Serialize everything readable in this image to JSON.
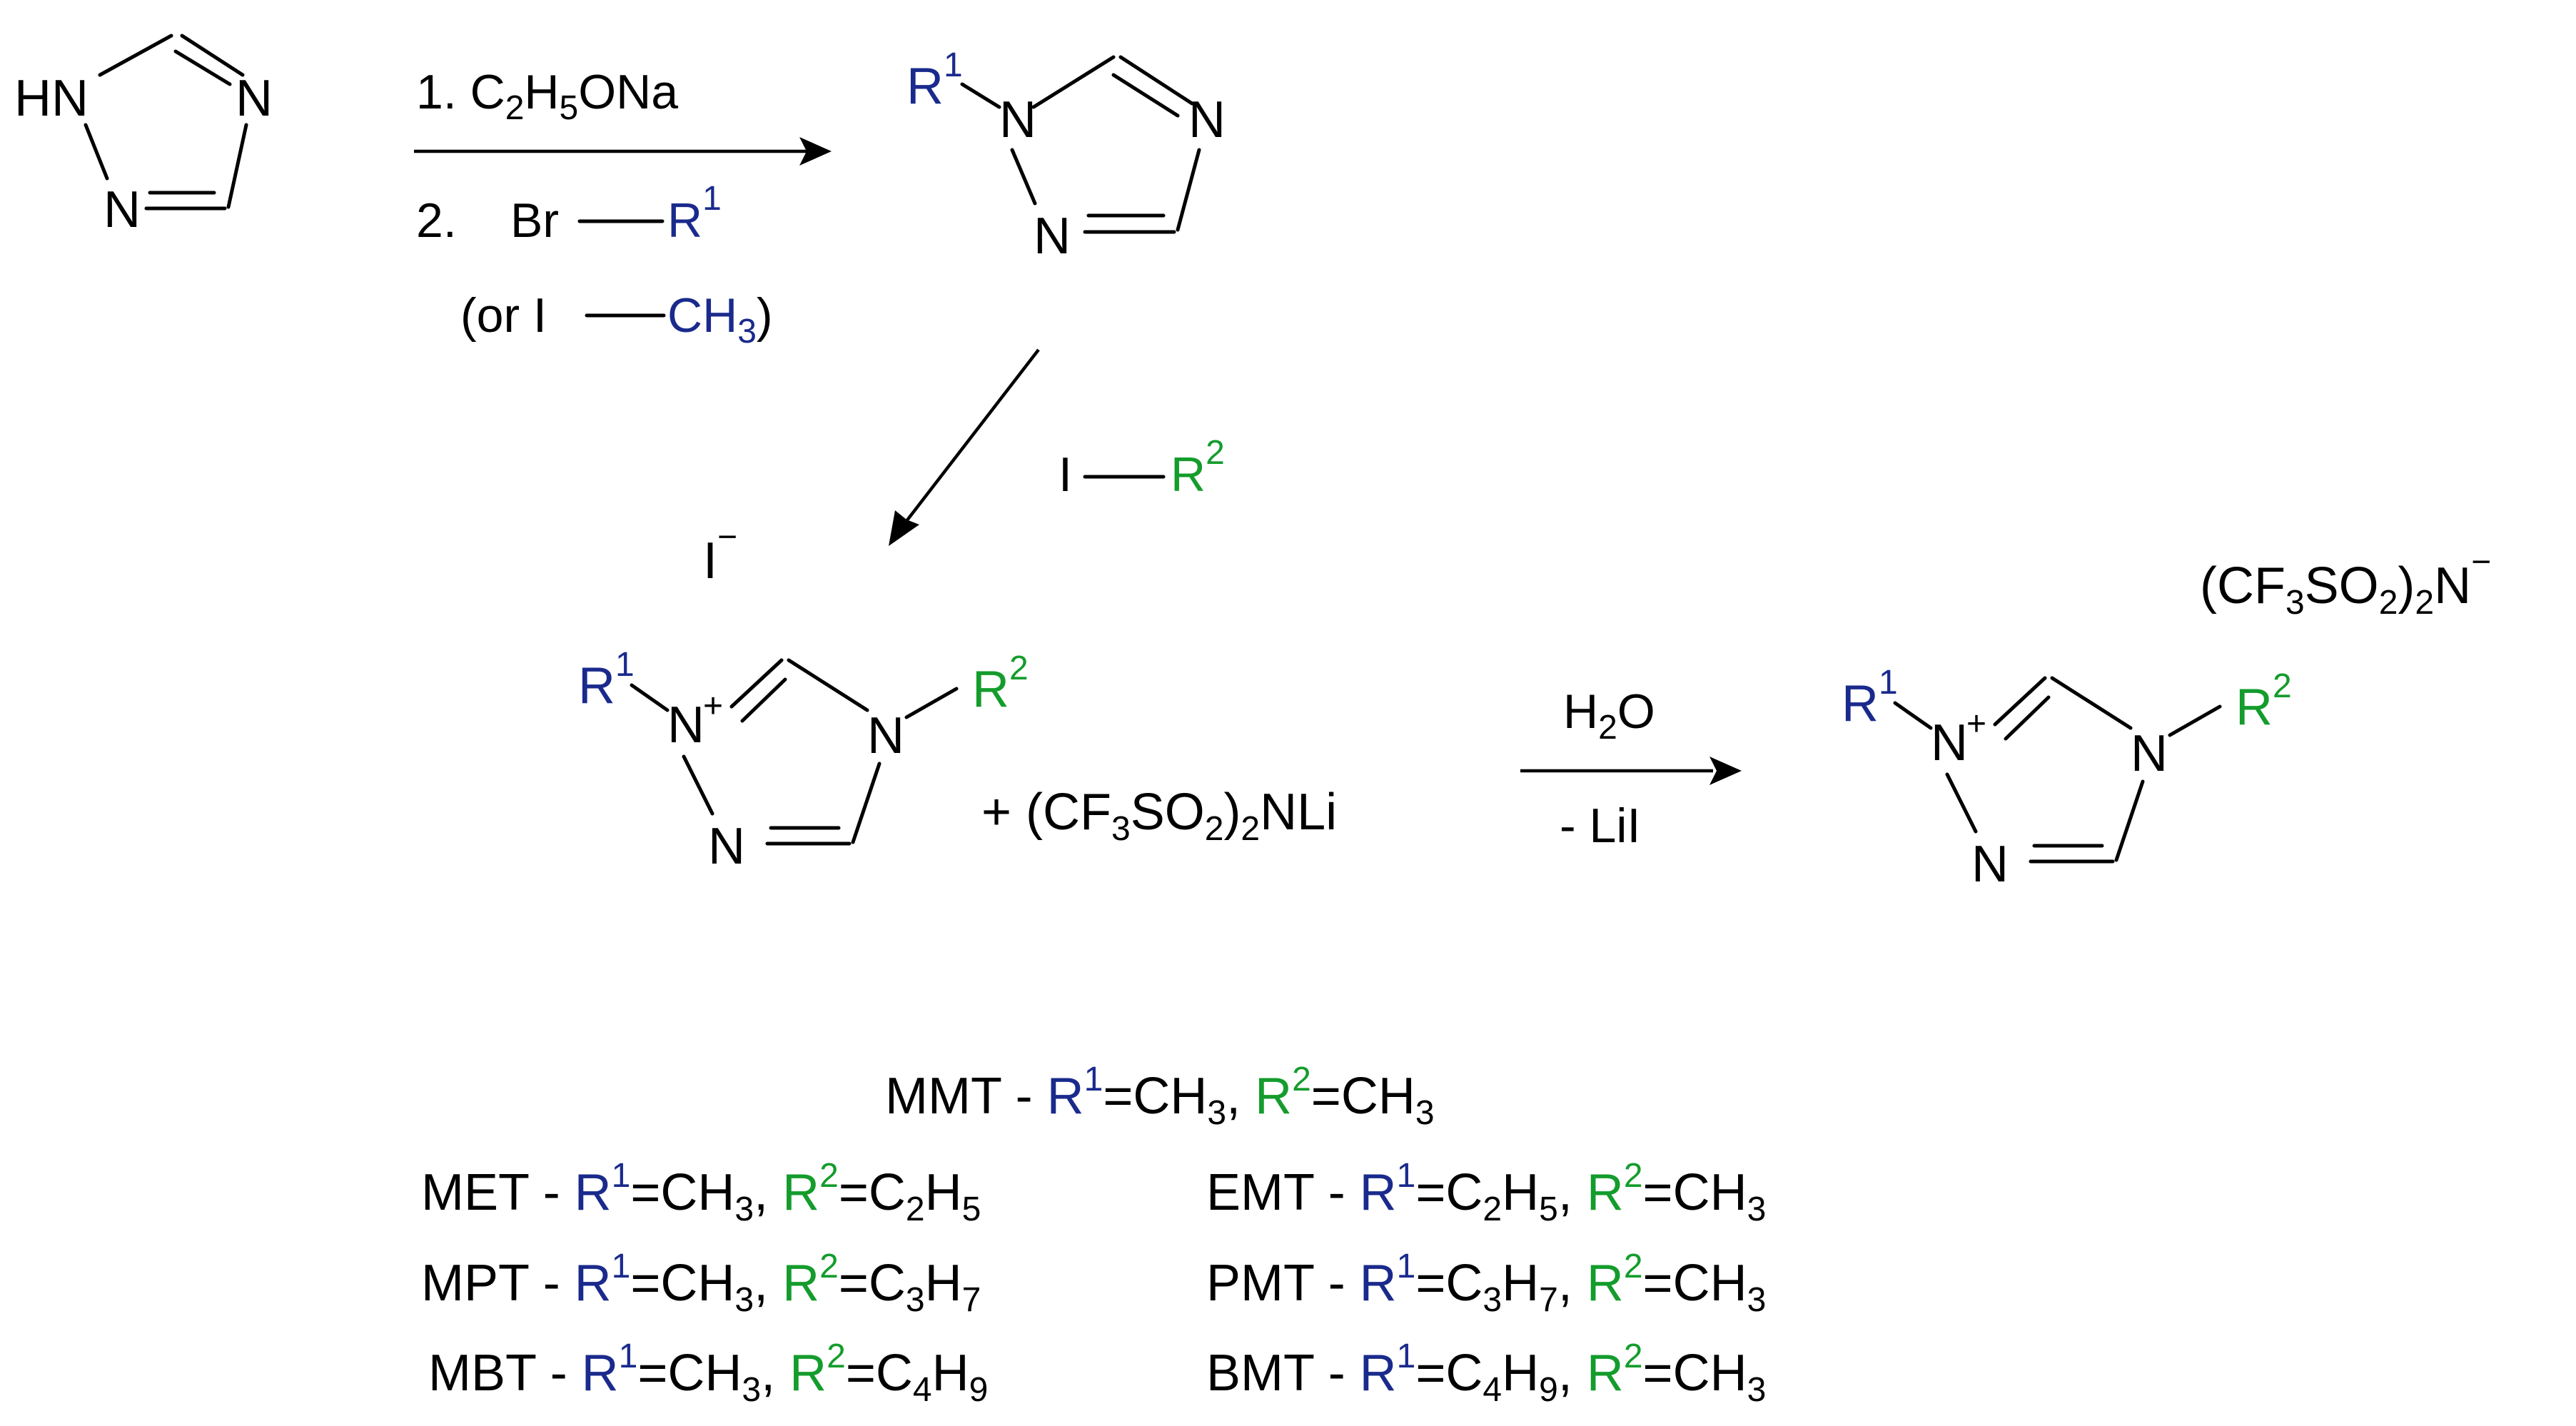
{
  "colors": {
    "r1": "#1a2a8c",
    "r2": "#149c2c",
    "bond": "#000000"
  },
  "reactant": {
    "hn": "HN",
    "n_right": "N",
    "n_bottom": "N"
  },
  "step1": {
    "line1_prefix": "1. C",
    "line1_sub1": "2",
    "line1_mid": "H",
    "line1_sub2": "5",
    "line1_suffix": "ONa",
    "line2_prefix": "2.",
    "line2_br": "Br",
    "line2_r": "R",
    "line2_sup": "1",
    "line3_open": "(or I",
    "line3_ch": "CH",
    "line3_sub": "3",
    "line3_close": ")"
  },
  "product1": {
    "r": "R",
    "sup": "1",
    "n1": "N",
    "n_right": "N",
    "n_bottom": "N"
  },
  "step2": {
    "i": "I",
    "r": "R",
    "sup": "2"
  },
  "salt": {
    "anion": "I",
    "anion_charge": "−",
    "r1": "R",
    "r1_sup": "1",
    "r2": "R",
    "r2_sup": "2",
    "n1": "N",
    "plus": "+",
    "n4": "N",
    "n_bottom": "N"
  },
  "plus_reagent": {
    "plus": "+",
    "open": "(CF",
    "sub1": "3",
    "so": "SO",
    "sub2": "2",
    "close": ")",
    "sub3": "2",
    "tail": "NLi"
  },
  "step3": {
    "h": "H",
    "h_sub": "2",
    "o": "O",
    "byproduct": "- LiI"
  },
  "product2": {
    "anion_open": "(CF",
    "anion_sub1": "3",
    "anion_so": "SO",
    "anion_sub2": "2",
    "anion_close": ")",
    "anion_sub3": "2",
    "anion_tail": "N",
    "anion_charge": "−",
    "r1": "R",
    "r1_sup": "1",
    "r2": "R",
    "r2_sup": "2",
    "n1": "N",
    "plus": "+",
    "n4": "N",
    "n_bottom": "N"
  },
  "legend": [
    {
      "code": "MMT",
      "r1_val": "CH",
      "r1_sub": "3",
      "r1_tail": "",
      "r2_val": "CH",
      "r2_sub": "3",
      "r2_tail": ""
    },
    {
      "code": "MET",
      "r1_val": "CH",
      "r1_sub": "3",
      "r1_tail": "",
      "r2_val": "C",
      "r2_sub": "2",
      "r2_tail": "H",
      "r2_sub2": "5"
    },
    {
      "code": "EMT",
      "r1_val": "C",
      "r1_sub": "2",
      "r1_tail": "H",
      "r1_sub2": "5",
      "r2_val": "CH",
      "r2_sub": "3",
      "r2_tail": ""
    },
    {
      "code": "MPT",
      "r1_val": "CH",
      "r1_sub": "3",
      "r1_tail": "",
      "r2_val": "C",
      "r2_sub": "3",
      "r2_tail": "H",
      "r2_sub2": "7"
    },
    {
      "code": "PMT",
      "r1_val": "C",
      "r1_sub": "3",
      "r1_tail": "H",
      "r1_sub2": "7",
      "r2_val": "CH",
      "r2_sub": "3",
      "r2_tail": ""
    },
    {
      "code": "MBT",
      "r1_val": "CH",
      "r1_sub": "3",
      "r1_tail": "",
      "r2_val": "C",
      "r2_sub": "4",
      "r2_tail": "H",
      "r2_sub2": "9"
    },
    {
      "code": "BMT",
      "r1_val": "C",
      "r1_sub": "4",
      "r1_tail": "H",
      "r1_sub2": "9",
      "r2_val": "CH",
      "r2_sub": "3",
      "r2_tail": ""
    }
  ],
  "legend_tokens": {
    "dash": " - ",
    "r": "R",
    "sup1": "1",
    "sup2": "2",
    "eq": "=",
    "comma": ", "
  }
}
